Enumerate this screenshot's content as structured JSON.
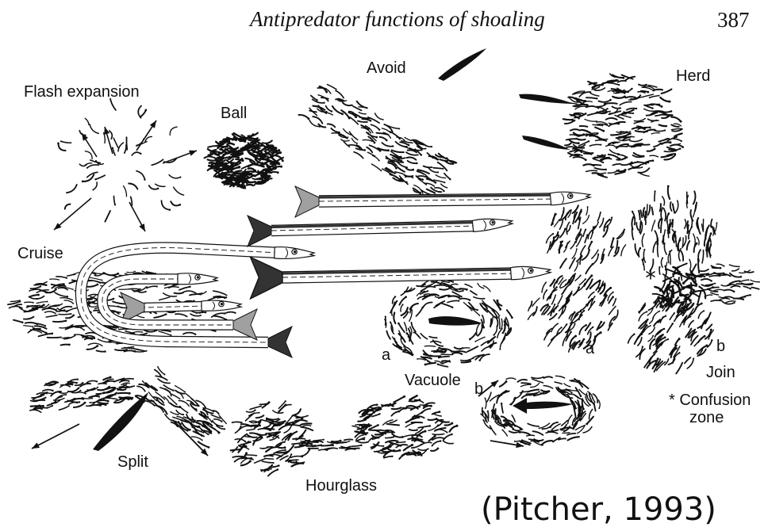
{
  "page": {
    "running_head": "Antipredator functions of shoaling",
    "page_number": "387"
  },
  "figure": {
    "labels": {
      "avoid": "Avoid",
      "herd": "Herd",
      "flash_expansion": "Flash expansion",
      "ball": "Ball",
      "cruise": "Cruise",
      "vacuole_a": "a",
      "vacuole": "Vacuole",
      "vacuole_b": "b",
      "join_a": "a",
      "join_b": "b",
      "join": "Join",
      "confusion": "* Confusion",
      "zone": "zone",
      "split": "Split",
      "hourglass": "Hourglass"
    }
  },
  "citation": "(Pitcher, 1993)",
  "colors": {
    "ink": "#111111",
    "paper": "#ffffff",
    "fin_gray": "#a0a0a0"
  }
}
